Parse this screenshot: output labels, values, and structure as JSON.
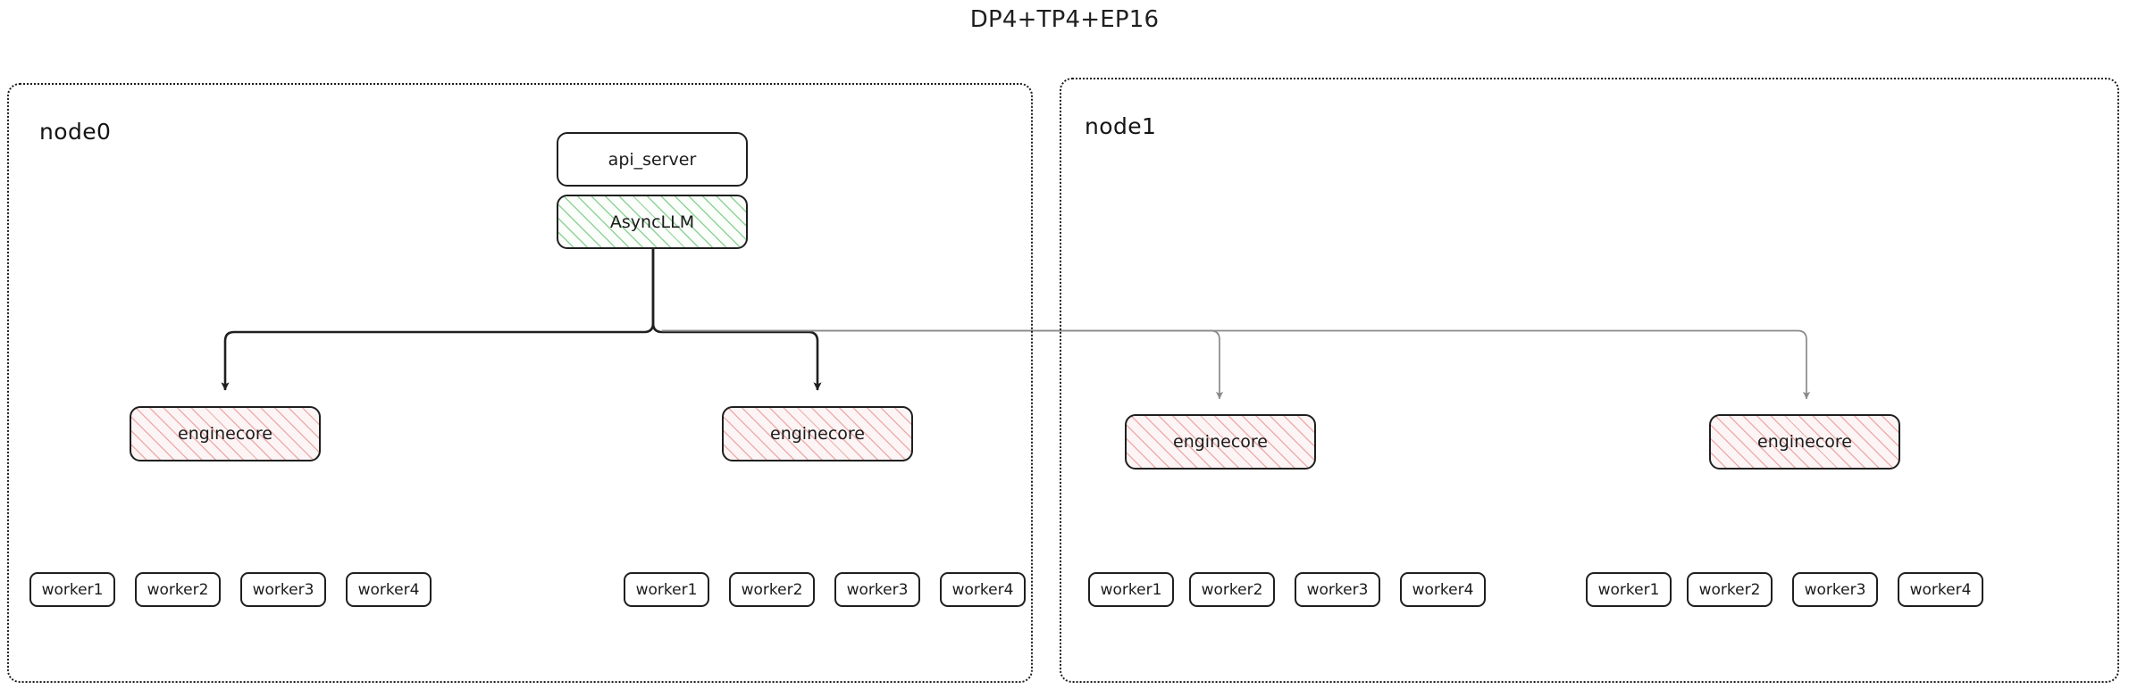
{
  "title": "DP4+TP4+EP16",
  "colors": {
    "border": "#1f1f1f",
    "cluster_border": "#1c1c1c",
    "hatch_green": "#7ecb87",
    "hatch_pink": "#e89696",
    "edge_dark": "#1f1f1f",
    "edge_light": "#8a8a8a",
    "background": "#ffffff"
  },
  "clusters": [
    {
      "id": "node0",
      "label": "node0"
    },
    {
      "id": "node1",
      "label": "node1"
    }
  ],
  "nodes": {
    "api_server": {
      "label": "api_server",
      "fill": "plain"
    },
    "async_llm": {
      "label": "AsyncLLM",
      "fill": "hatch-green"
    },
    "enginecores": [
      {
        "label": "enginecore",
        "cluster": "node0",
        "fill": "hatch-pink"
      },
      {
        "label": "enginecore",
        "cluster": "node0",
        "fill": "hatch-pink"
      },
      {
        "label": "enginecore",
        "cluster": "node1",
        "fill": "hatch-pink"
      },
      {
        "label": "enginecore",
        "cluster": "node1",
        "fill": "hatch-pink"
      }
    ]
  },
  "worker_groups": [
    {
      "cluster": "node0",
      "group": 1,
      "workers": [
        "worker1",
        "worker2",
        "worker3",
        "worker4"
      ]
    },
    {
      "cluster": "node0",
      "group": 2,
      "workers": [
        "worker1",
        "worker2",
        "worker3",
        "worker4"
      ]
    },
    {
      "cluster": "node1",
      "group": 1,
      "workers": [
        "worker1",
        "worker2",
        "worker3",
        "worker4"
      ]
    },
    {
      "cluster": "node1",
      "group": 2,
      "workers": [
        "worker1",
        "worker2",
        "worker3",
        "worker4"
      ]
    }
  ],
  "edges": [
    {
      "from": "AsyncLLM",
      "to": "enginecore",
      "target_cluster": "node0",
      "style": "dark-arrow"
    },
    {
      "from": "AsyncLLM",
      "to": "enginecore",
      "target_cluster": "node0",
      "style": "dark-arrow"
    },
    {
      "from": "AsyncLLM",
      "to": "enginecore",
      "target_cluster": "node1",
      "style": "light-arrow"
    },
    {
      "from": "AsyncLLM",
      "to": "enginecore",
      "target_cluster": "node1",
      "style": "light-arrow"
    }
  ]
}
